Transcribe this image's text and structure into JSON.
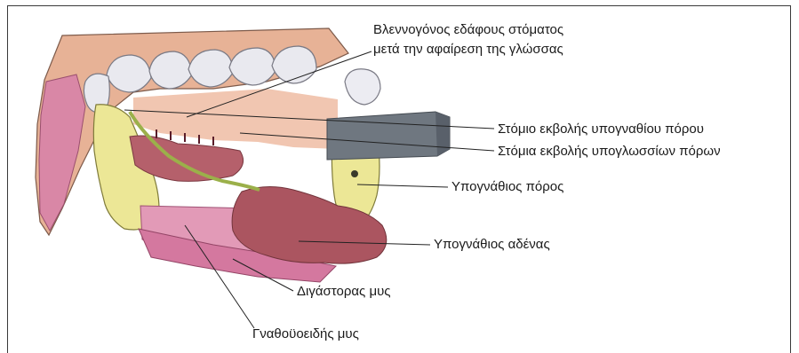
{
  "labels": {
    "mucosa_line1": "Βλεννογόνος εδάφους στόματος",
    "mucosa_line2": "μετά την αφαίρεση της γλώσσας",
    "submandibular_duct_orifice": "Στόμιο εκβολής υπογναθίου πόρου",
    "sublingual_duct_orifices": "Στόμια εκβολής υπογλωσσίων πόρων",
    "submandibular_duct": "Υπογνάθιος πόρος",
    "submandibular_gland": "Υπογνάθιος αδένας",
    "digastric_muscle": "Διγάστορας μυς",
    "mylohyoid_muscle": "Γναθοϋοειδής μυς"
  },
  "colors": {
    "gum": "#e8b59a",
    "teeth": "#e9e9ef",
    "bone": "#ece796",
    "muscle": "#d9779f",
    "gland": "#b0565f",
    "duct": "#9bb04a",
    "instrument": "#6f7780"
  }
}
